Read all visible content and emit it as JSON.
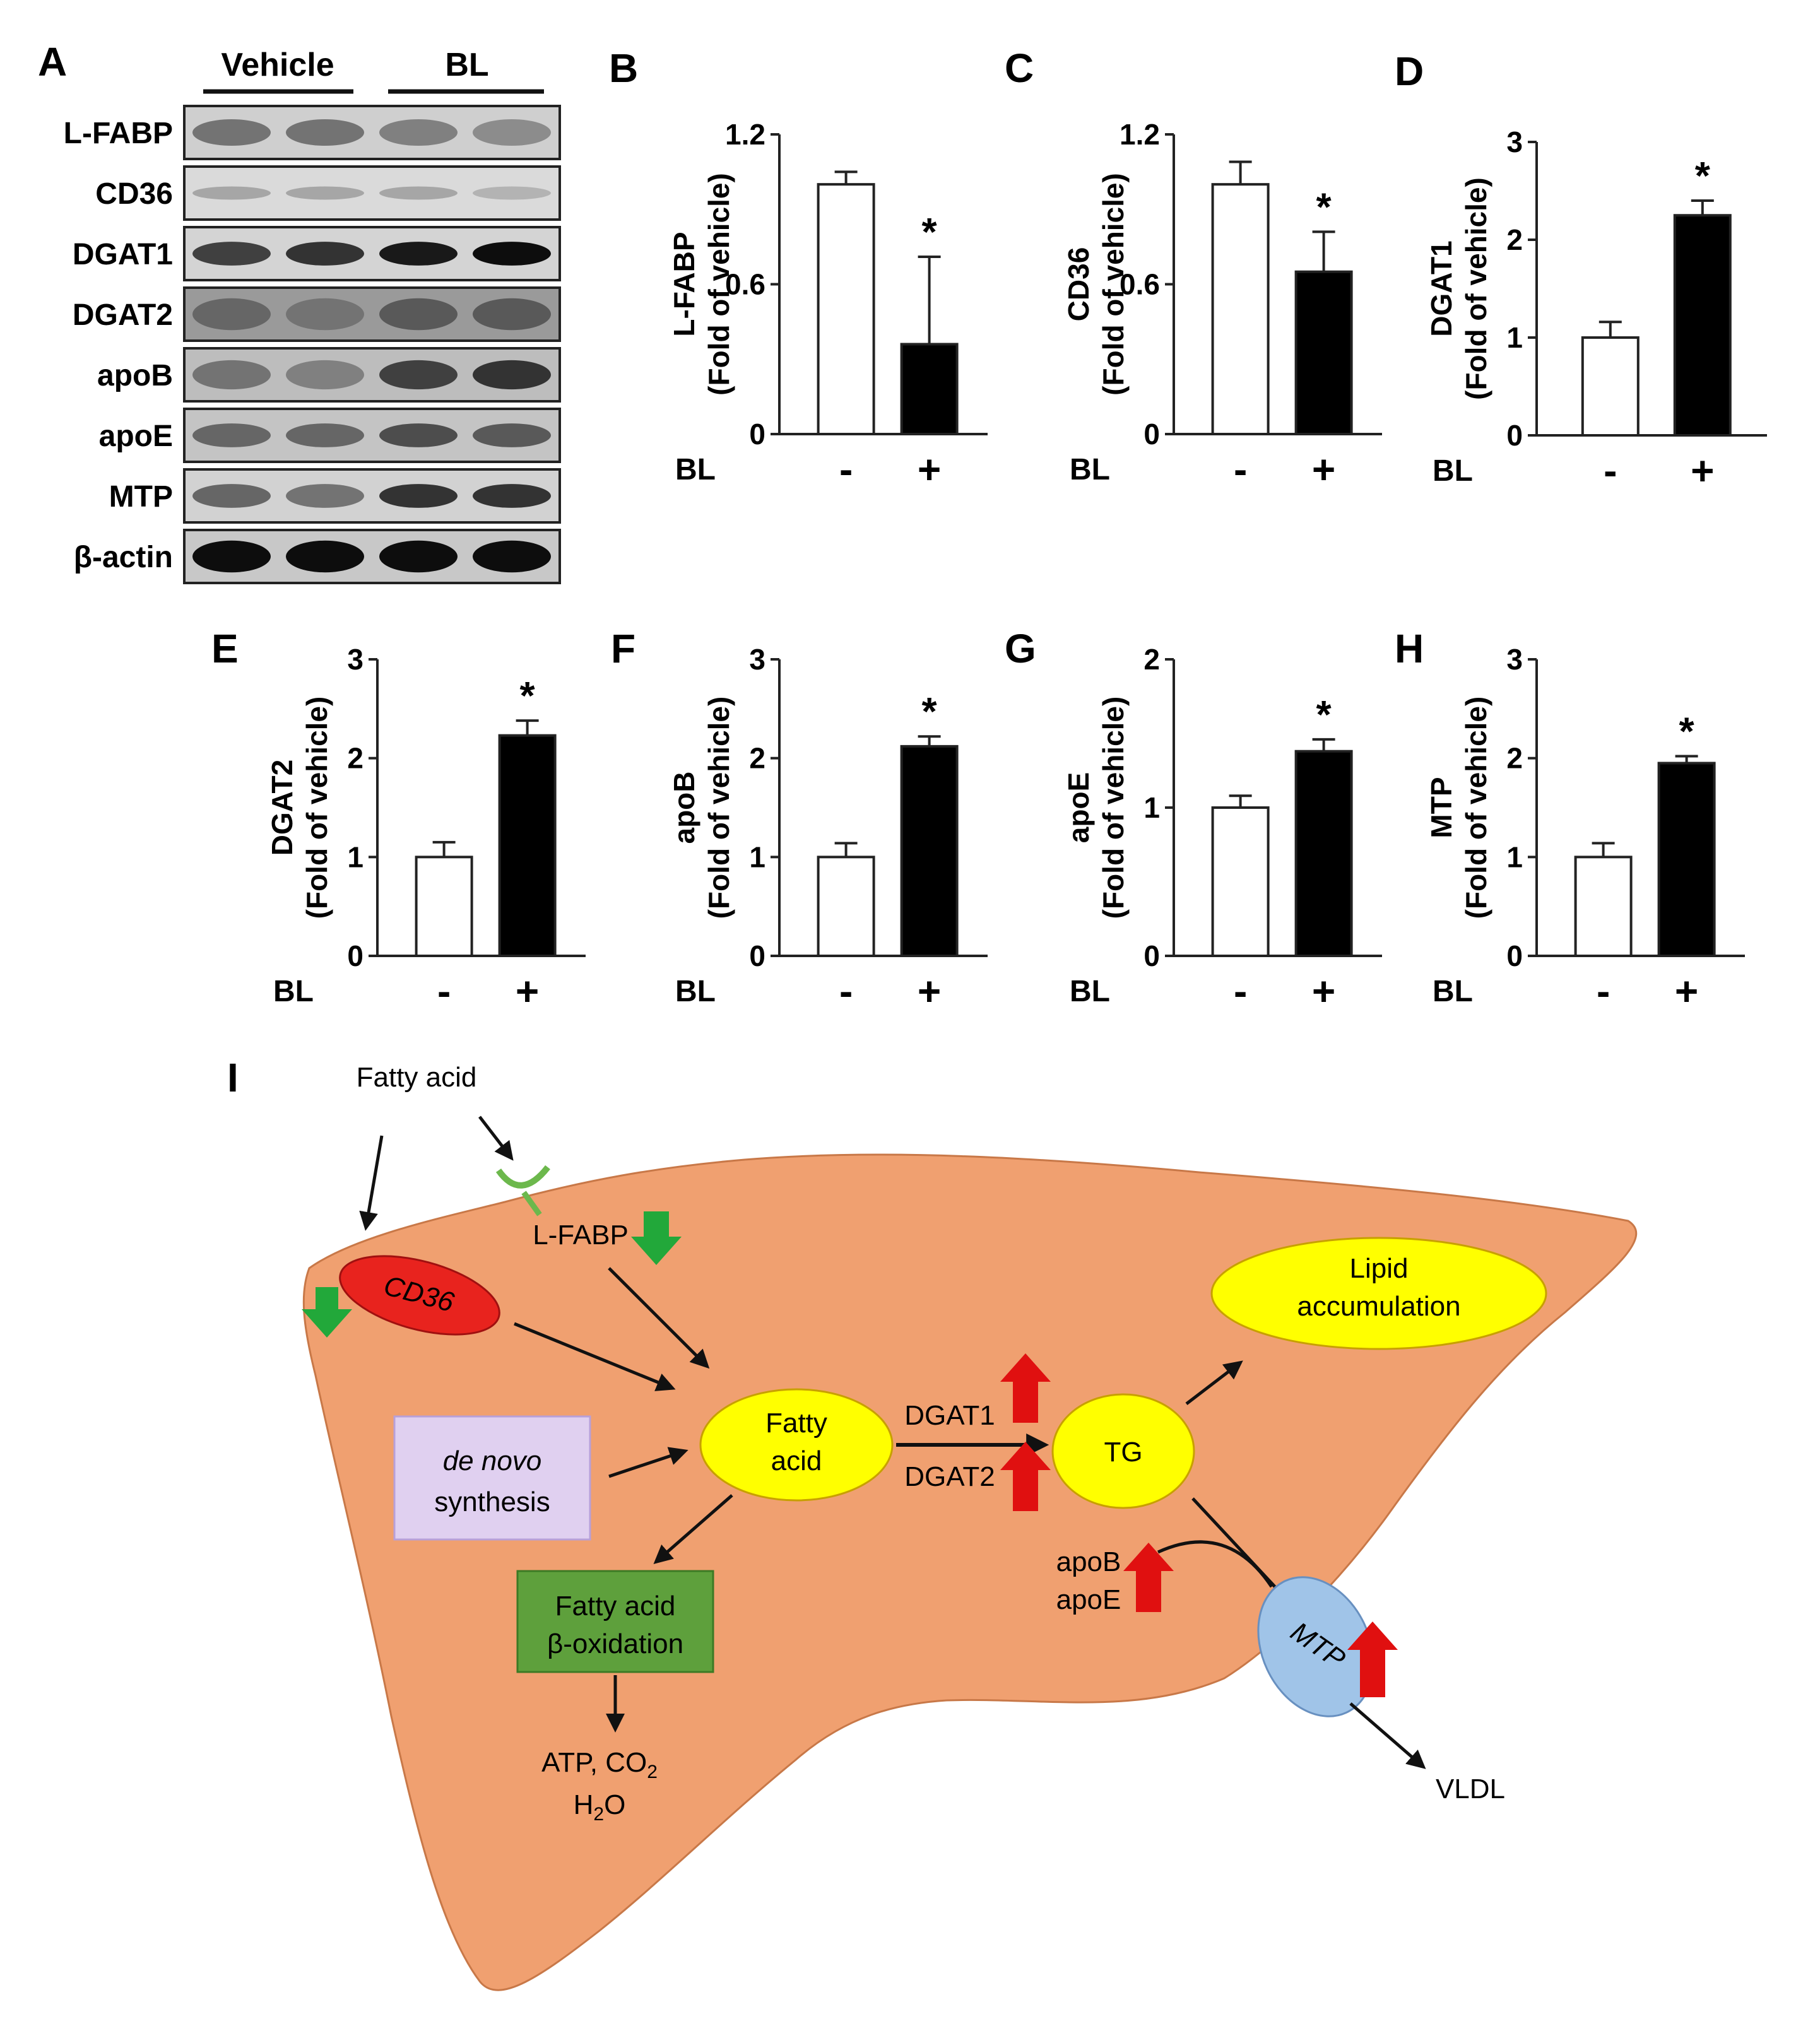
{
  "panel_a": {
    "label": "A",
    "groups": [
      "Vehicle",
      "BL"
    ],
    "bands": [
      "L-FABP",
      "CD36",
      "DGAT1",
      "DGAT2",
      "apoB",
      "apoE",
      "MTP",
      "β-actin"
    ]
  },
  "treatment_label": "BL",
  "treatment_levels": [
    "-",
    "+"
  ],
  "significance": "*",
  "chart_data": [
    {
      "type": "bar",
      "panel": "B",
      "categories": [
        "-",
        "+"
      ],
      "values": [
        1.0,
        0.36
      ],
      "errors": [
        0.05,
        0.35
      ],
      "ylabel": "L-FABP",
      "ylabel2": "(Fold of vehicle)",
      "ylim": [
        0,
        1.2
      ],
      "yticks": [
        "0",
        "0.6",
        "1.2"
      ],
      "sig": [
        false,
        true
      ]
    },
    {
      "type": "bar",
      "panel": "C",
      "categories": [
        "-",
        "+"
      ],
      "values": [
        1.0,
        0.65
      ],
      "errors": [
        0.09,
        0.16
      ],
      "ylabel": "CD36",
      "ylabel2": "(Fold of vehicle)",
      "ylim": [
        0,
        1.2
      ],
      "yticks": [
        "0",
        "0.6",
        "1.2"
      ],
      "sig": [
        false,
        true
      ]
    },
    {
      "type": "bar",
      "panel": "D",
      "categories": [
        "-",
        "+"
      ],
      "values": [
        1.0,
        2.25
      ],
      "errors": [
        0.16,
        0.15
      ],
      "ylabel": "DGAT1",
      "ylabel2": "(Fold of vehicle)",
      "ylim": [
        0,
        3
      ],
      "yticks": [
        "0",
        "1",
        "2",
        "3"
      ],
      "sig": [
        false,
        true
      ]
    },
    {
      "type": "bar",
      "panel": "E",
      "categories": [
        "-",
        "+"
      ],
      "values": [
        1.0,
        2.23
      ],
      "errors": [
        0.15,
        0.15
      ],
      "ylabel": "DGAT2",
      "ylabel2": "(Fold of vehicle)",
      "ylim": [
        0,
        3
      ],
      "yticks": [
        "0",
        "1",
        "2",
        "3"
      ],
      "sig": [
        false,
        true
      ]
    },
    {
      "type": "bar",
      "panel": "F",
      "categories": [
        "-",
        "+"
      ],
      "values": [
        1.0,
        2.12
      ],
      "errors": [
        0.14,
        0.1
      ],
      "ylabel": "apoB",
      "ylabel2": "(Fold of vehicle)",
      "ylim": [
        0,
        3
      ],
      "yticks": [
        "0",
        "1",
        "2",
        "3"
      ],
      "sig": [
        false,
        true
      ]
    },
    {
      "type": "bar",
      "panel": "G",
      "categories": [
        "-",
        "+"
      ],
      "values": [
        1.0,
        1.38
      ],
      "errors": [
        0.08,
        0.08
      ],
      "ylabel": "apoE",
      "ylabel2": "(Fold of vehicle)",
      "ylim": [
        0,
        2
      ],
      "yticks": [
        "0",
        "1",
        "2"
      ],
      "sig": [
        false,
        true
      ]
    },
    {
      "type": "bar",
      "panel": "H",
      "categories": [
        "-",
        "+"
      ],
      "values": [
        1.0,
        1.95
      ],
      "errors": [
        0.14,
        0.07
      ],
      "ylabel": "MTP",
      "ylabel2": "(Fold of vehicle)",
      "ylim": [
        0,
        3
      ],
      "yticks": [
        "0",
        "1",
        "2",
        "3"
      ],
      "sig": [
        false,
        true
      ]
    }
  ],
  "panel_i": {
    "label": "I",
    "fatty_acid_in": "Fatty acid",
    "cd36": "CD36",
    "lfabp": "L-FABP",
    "de_novo_1": "de novo",
    "de_novo_2": "synthesis",
    "fatty_acid_node_1": "Fatty",
    "fatty_acid_node_2": "acid",
    "dgat1": "DGAT1",
    "dgat2": "DGAT2",
    "tg": "TG",
    "lipid_1": "Lipid",
    "lipid_2": "accumulation",
    "beta_ox_1": "Fatty acid",
    "beta_ox_2": "β-oxidation",
    "products_1": "ATP, CO",
    "products_1_sub": "2",
    "products_2a": "H",
    "products_2_sub": "2",
    "products_2b": "O",
    "apob": "apoB",
    "apoe": "apoE",
    "mtp": "MTP",
    "vldl": "VLDL",
    "colors": {
      "liver": "#F0A070",
      "cd36": "#E8231E",
      "node_yellow": "#FFFF00",
      "de_novo": "#E0D0F0",
      "beta_ox": "#5EA03C",
      "mtp": "#A0C4E8",
      "up_arrow": "#E01010",
      "down_arrow": "#22A83A",
      "receptor": "#6CB84C"
    }
  }
}
